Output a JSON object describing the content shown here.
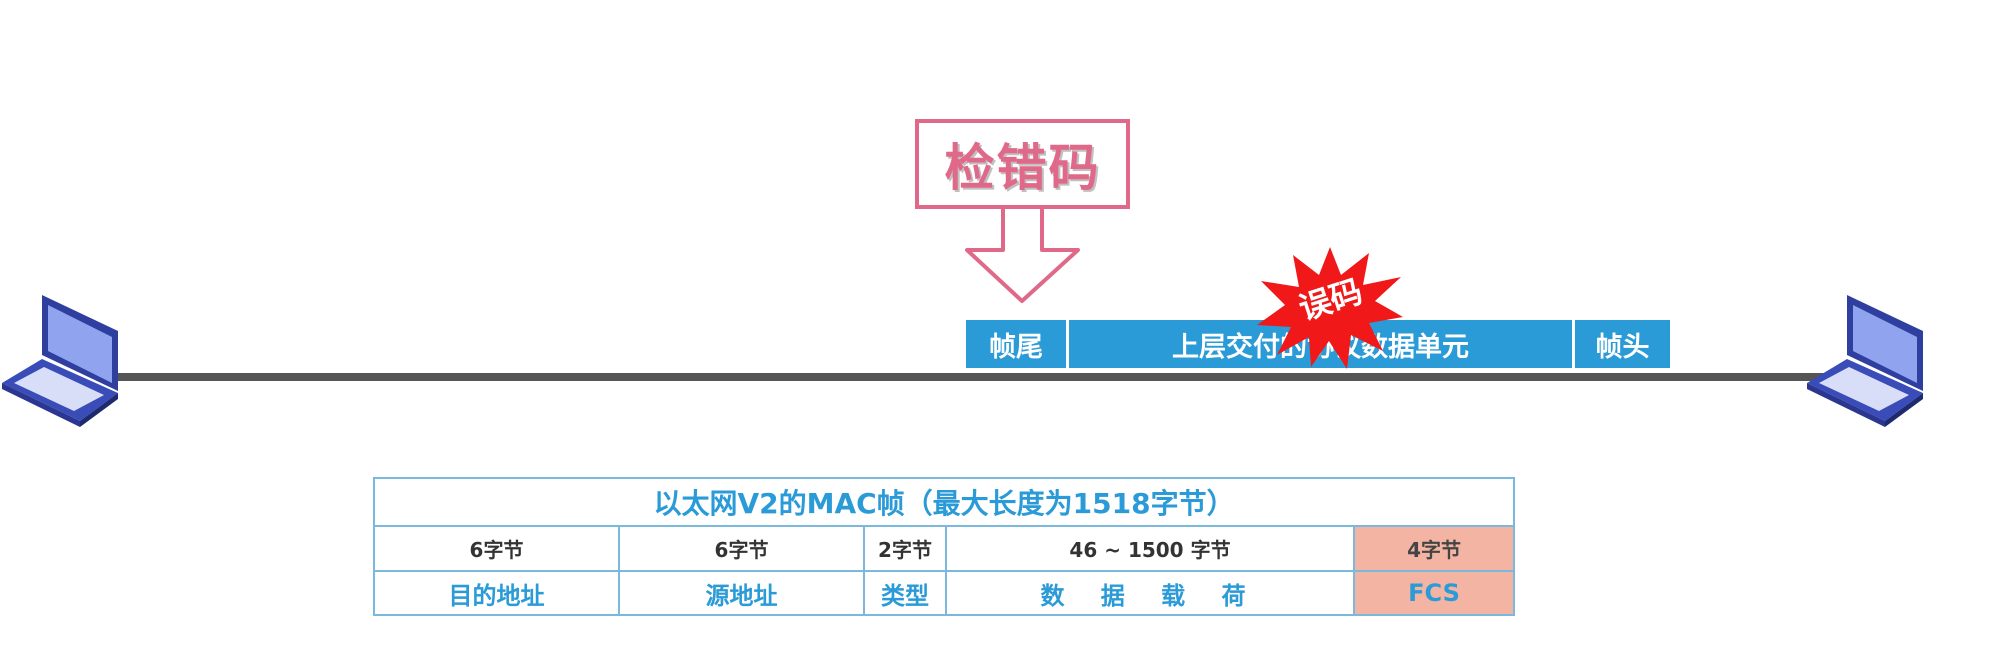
{
  "callout": {
    "text": "检错码"
  },
  "error_burst": {
    "text": "误码"
  },
  "frame": {
    "tail": "帧尾",
    "payload": "上层交付的协议数据单元",
    "head": "帧头"
  },
  "mac_table": {
    "title": "以太网V2的MAC帧（最大长度为1518字节）",
    "sizes": [
      "6字节",
      "6字节",
      "2字节",
      "46 ~ 1500 字节",
      "4字节"
    ],
    "fields": [
      "目的地址",
      "源地址",
      "类型",
      "数 据 载 荷",
      "FCS"
    ]
  },
  "colors": {
    "frame_blue": "#2b9bd8",
    "callout_pink": "#e0698a",
    "burst_red": "#f01818",
    "fcs_fill": "#f4b4a4"
  },
  "icons": [
    "laptop-icon",
    "arrow-down-icon",
    "burst-icon"
  ]
}
